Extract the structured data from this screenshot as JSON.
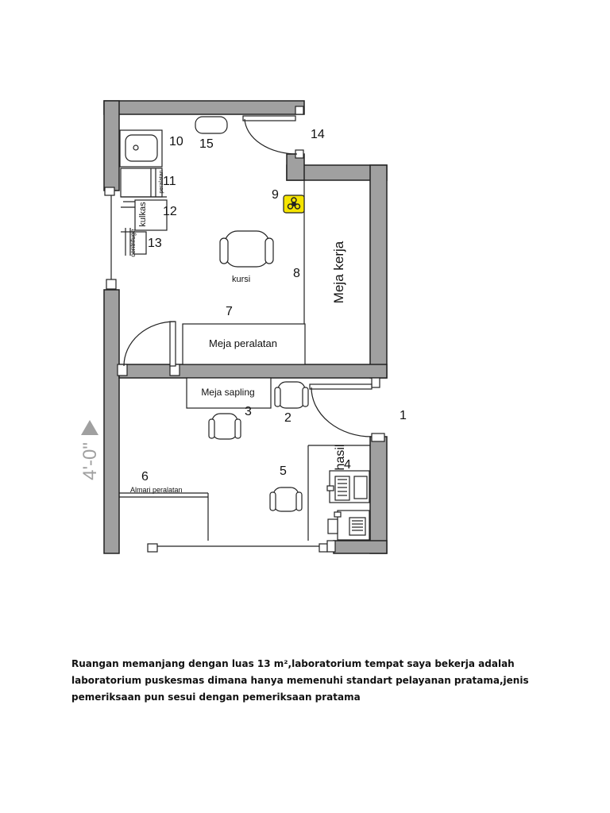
{
  "floorplan": {
    "numbers": {
      "n1": "1",
      "n2": "2",
      "n3": "3",
      "n4": "4",
      "n5": "5",
      "n6": "6",
      "n7": "7",
      "n8": "8",
      "n9": "9",
      "n10": "10",
      "n11": "11",
      "n12": "12",
      "n13": "13",
      "n14": "14",
      "n15": "15"
    },
    "labels": {
      "kursi": "kursi",
      "meja_kerja": "Meja kerja",
      "meja_peralatan": "Meja peralatan",
      "meja_sapling": "Meja sapling",
      "almari": "Almari peralatan",
      "hasil": "hasil",
      "kulkas": "kulkas",
      "centrifuge": "centrifuge",
      "peralatan_small": "peralatan",
      "scale": "4'-0\""
    },
    "colors": {
      "wall": "#a0a0a0",
      "hazard": "#f5e400",
      "scale": "#a0a0a0"
    },
    "icons": {
      "hazard": "biohazard-sign-icon",
      "scale": "scale-arrow-icon"
    }
  },
  "caption": "Ruangan memanjang dengan luas 13 m²,laboratorium tempat saya bekerja adalah laboratorium puskesmas dimana hanya memenuhi standart pelayanan pratama,jenis pemeriksaan pun sesui dengan pemeriksaan pratama"
}
